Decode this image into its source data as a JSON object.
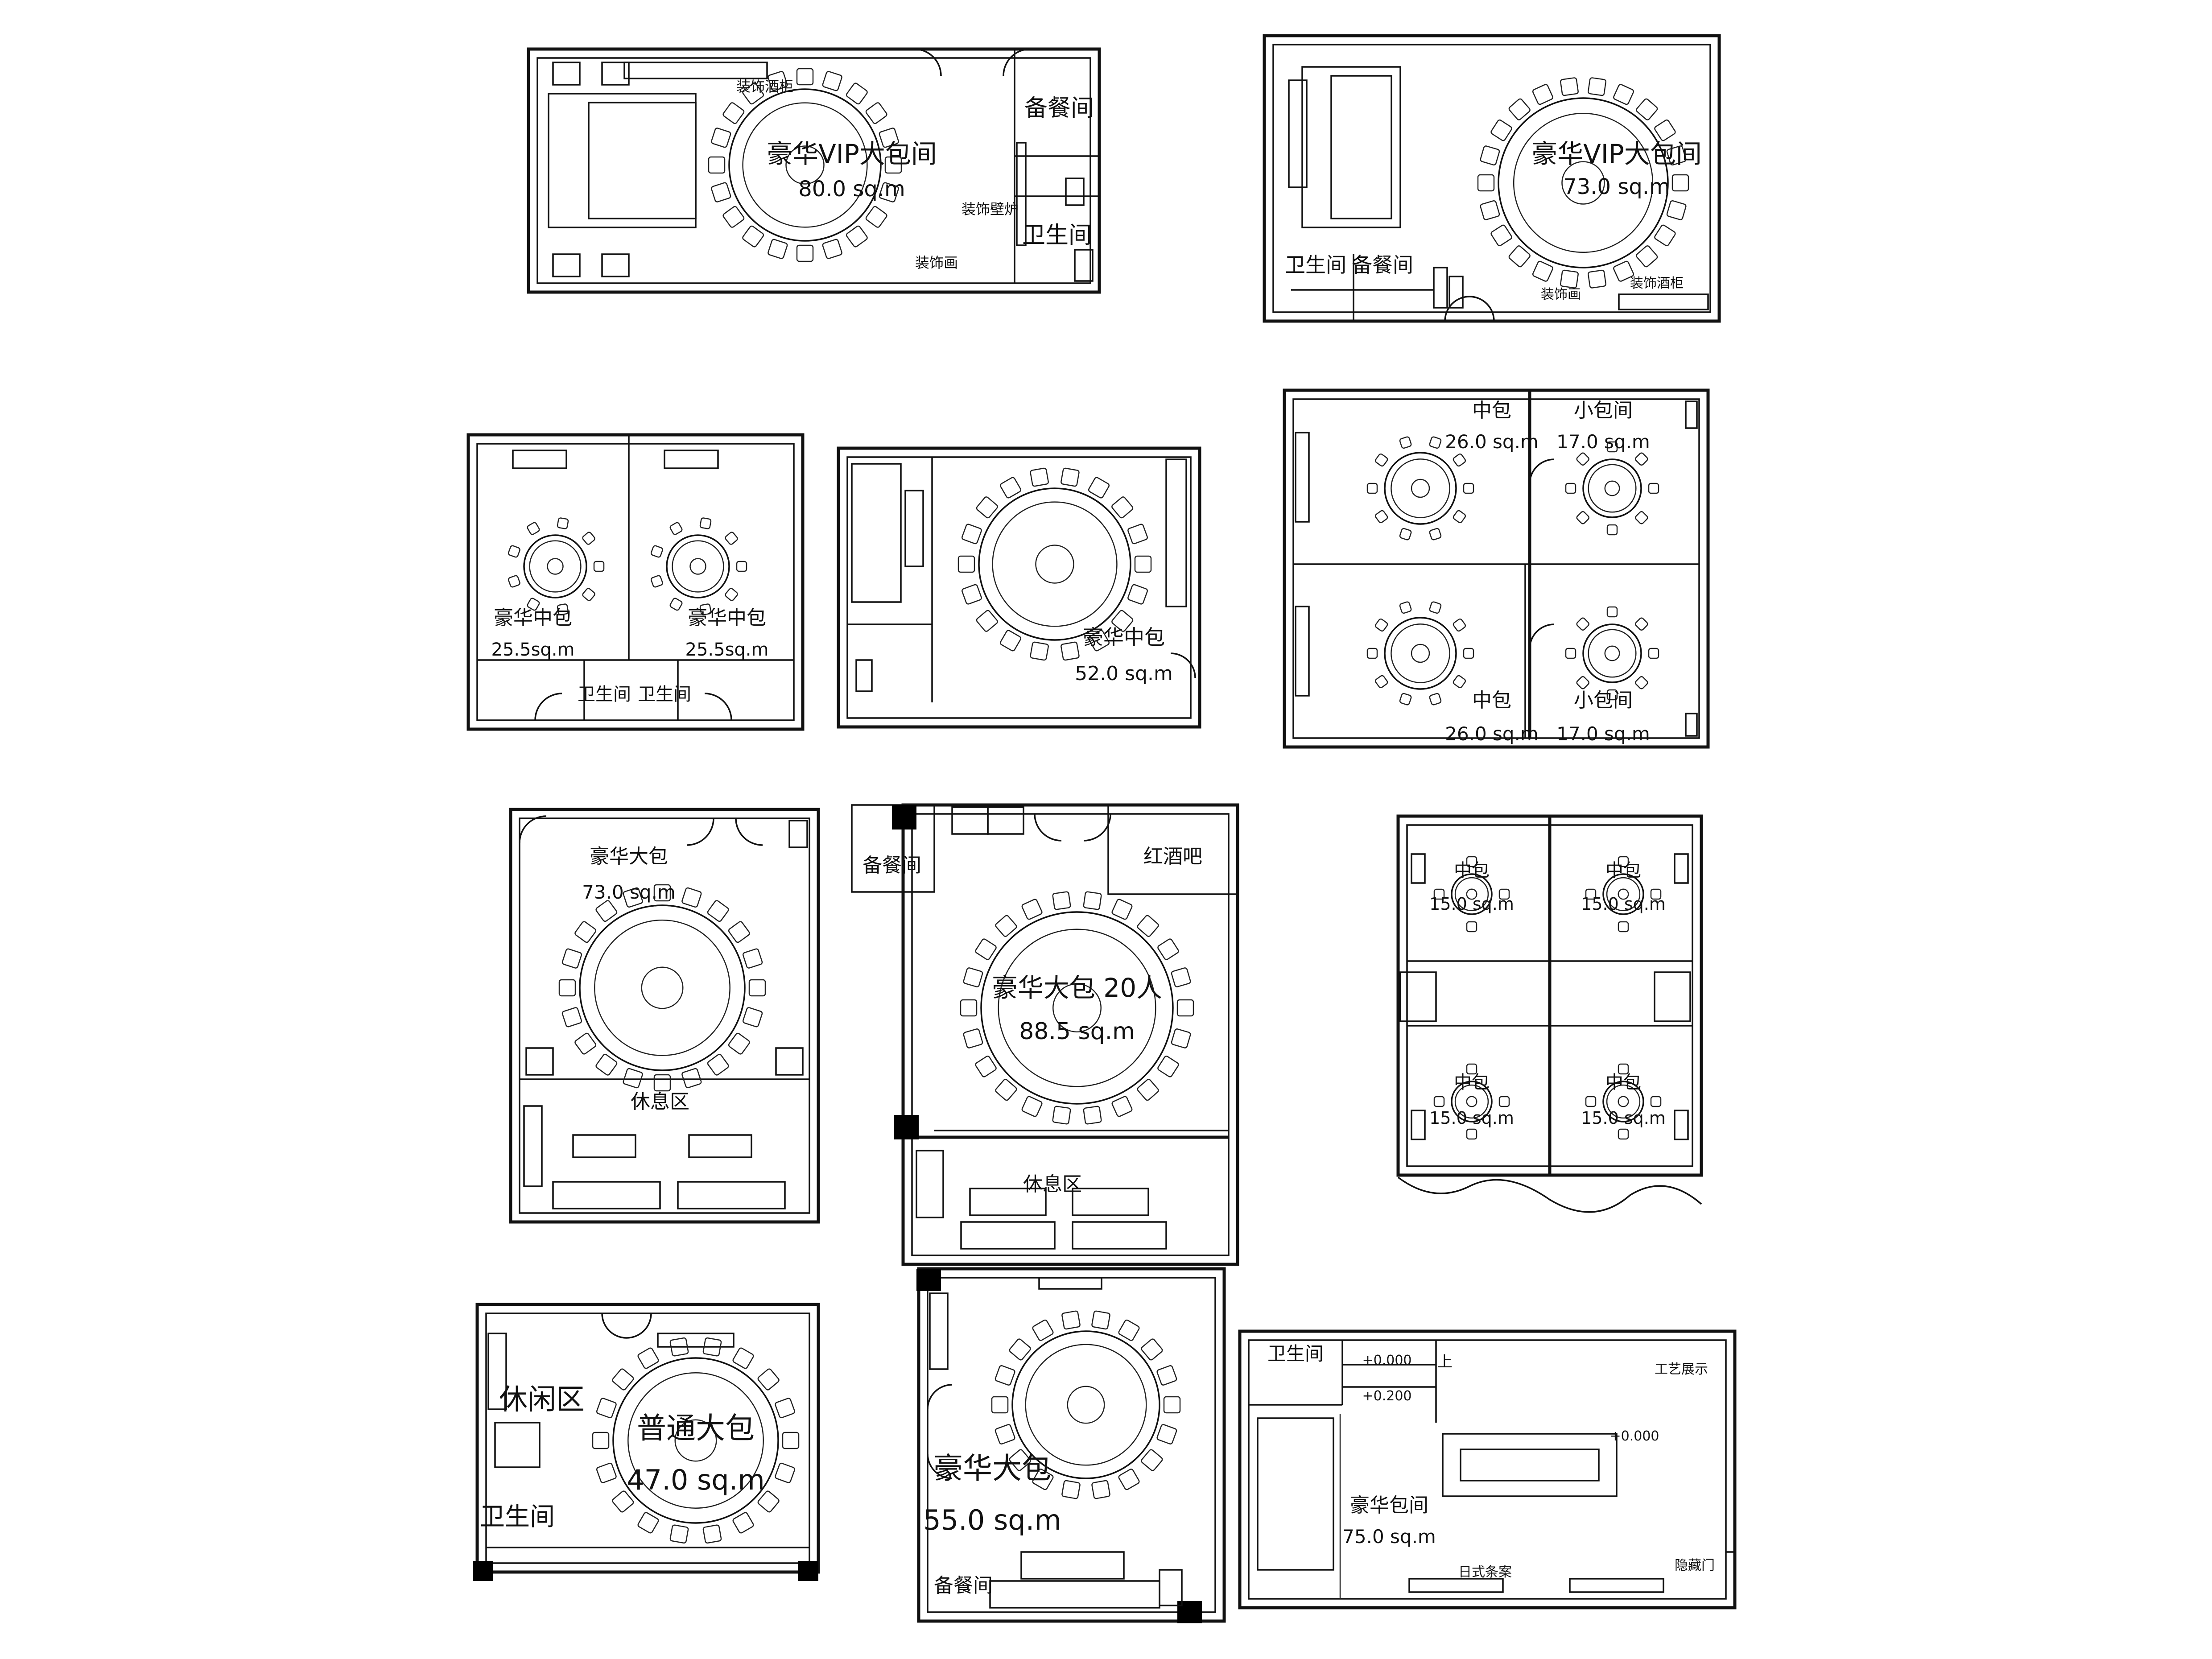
{
  "sheet_title": "",
  "plans": [
    {
      "id": "p1",
      "rooms": [
        {
          "name": "豪华VIP大包间",
          "area": "80.0 sq.m"
        },
        {
          "name": "备餐间",
          "area": ""
        },
        {
          "name": "卫生间",
          "area": ""
        }
      ],
      "notes": [
        "装饰酒柜",
        "装饰壁炉",
        "装饰画"
      ]
    },
    {
      "id": "p2",
      "rooms": [
        {
          "name": "豪华VIP大包间",
          "area": "73.0 sq.m"
        },
        {
          "name": "卫生间",
          "area": ""
        },
        {
          "name": "备餐间",
          "area": ""
        }
      ],
      "notes": [
        "装饰画",
        "装饰酒柜"
      ]
    },
    {
      "id": "p3",
      "rooms": [
        {
          "name": "豪华中包",
          "area": "25.5sq.m"
        },
        {
          "name": "豪华中包",
          "area": "25.5sq.m"
        },
        {
          "name": "卫生间",
          "area": ""
        },
        {
          "name": "卫生间",
          "area": ""
        }
      ],
      "notes": []
    },
    {
      "id": "p4",
      "rooms": [
        {
          "name": "豪华中包",
          "area": "52.0 sq.m"
        }
      ],
      "notes": []
    },
    {
      "id": "p5",
      "rooms": [
        {
          "name": "中包",
          "area": "26.0 sq.m"
        },
        {
          "name": "小包间",
          "area": "17.0 sq.m"
        },
        {
          "name": "中包",
          "area": "26.0 sq.m"
        },
        {
          "name": "小包间",
          "area": "17.0 sq.m"
        }
      ],
      "notes": []
    },
    {
      "id": "p6",
      "rooms": [
        {
          "name": "豪华大包",
          "area": "73.0 sq.m"
        },
        {
          "name": "休息区",
          "area": ""
        }
      ],
      "notes": []
    },
    {
      "id": "p7",
      "rooms": [
        {
          "name": "备餐间",
          "area": ""
        },
        {
          "name": "红酒吧",
          "area": ""
        },
        {
          "name": "豪华大包  20人",
          "area": "88.5 sq.m"
        },
        {
          "name": "休息区",
          "area": ""
        }
      ],
      "notes": []
    },
    {
      "id": "p8",
      "rooms": [
        {
          "name": "中包",
          "area": "15.0 sq.m"
        },
        {
          "name": "中包",
          "area": "15.0 sq.m"
        },
        {
          "name": "中包",
          "area": "15.0 sq.m"
        },
        {
          "name": "中包",
          "area": "15.0 sq.m"
        }
      ],
      "notes": []
    },
    {
      "id": "p9",
      "rooms": [
        {
          "name": "休闲区",
          "area": ""
        },
        {
          "name": "普通大包",
          "area": "47.0 sq.m"
        },
        {
          "name": "卫生间",
          "area": ""
        }
      ],
      "notes": []
    },
    {
      "id": "p10",
      "rooms": [
        {
          "name": "豪华大包",
          "area": "55.0 sq.m"
        },
        {
          "name": "备餐间",
          "area": ""
        }
      ],
      "notes": []
    },
    {
      "id": "p11",
      "rooms": [
        {
          "name": "卫生间",
          "area": ""
        },
        {
          "name": "豪华包间",
          "area": "75.0 sq.m"
        }
      ],
      "notes": [
        "工艺展示",
        "日式条案",
        "隐藏门"
      ],
      "levels": [
        "+0.000",
        "+0.200",
        "+0.000"
      ],
      "stair_label": "上"
    }
  ]
}
